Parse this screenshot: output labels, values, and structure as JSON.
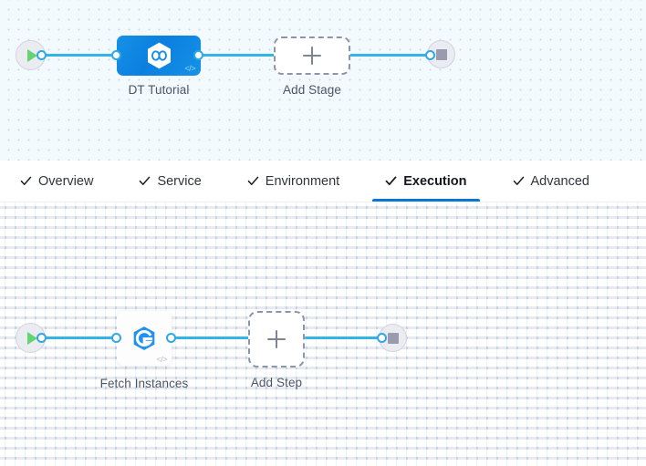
{
  "stage_canvas": {
    "name": "pipeline-stage-canvas",
    "start_node": {
      "icon": "play-icon",
      "title": "Start"
    },
    "end_node": {
      "icon": "stop-icon",
      "title": "End"
    },
    "stage_node": {
      "label": "DT Tutorial",
      "icon": "infinity-hexagon-icon",
      "code_badge": "</>",
      "accent": "#0b7fe0"
    },
    "add_stage": {
      "label": "Add Stage",
      "icon": "plus-icon"
    },
    "connector_color": "#33b4e8"
  },
  "tabs": {
    "name": "pipeline-tabs",
    "items": [
      {
        "label": "Overview",
        "icon": "check-icon",
        "active": false
      },
      {
        "label": "Service",
        "icon": "check-icon",
        "active": false
      },
      {
        "label": "Environment",
        "icon": "check-icon",
        "active": false
      },
      {
        "label": "Execution",
        "icon": "check-icon",
        "active": true
      },
      {
        "label": "Advanced",
        "icon": "check-icon",
        "active": false
      }
    ],
    "active_underline_color": "#0a77d6"
  },
  "step_canvas": {
    "name": "execution-step-canvas",
    "start_node": {
      "icon": "play-icon",
      "title": "Start"
    },
    "end_node": {
      "icon": "stop-icon",
      "title": "End"
    },
    "step_node": {
      "label": "Fetch Instances",
      "icon": "elastigroup-e-icon",
      "code_badge": "</>"
    },
    "add_step": {
      "label": "Add Step",
      "icon": "plus-icon"
    },
    "connector_color": "#33b4e8"
  }
}
